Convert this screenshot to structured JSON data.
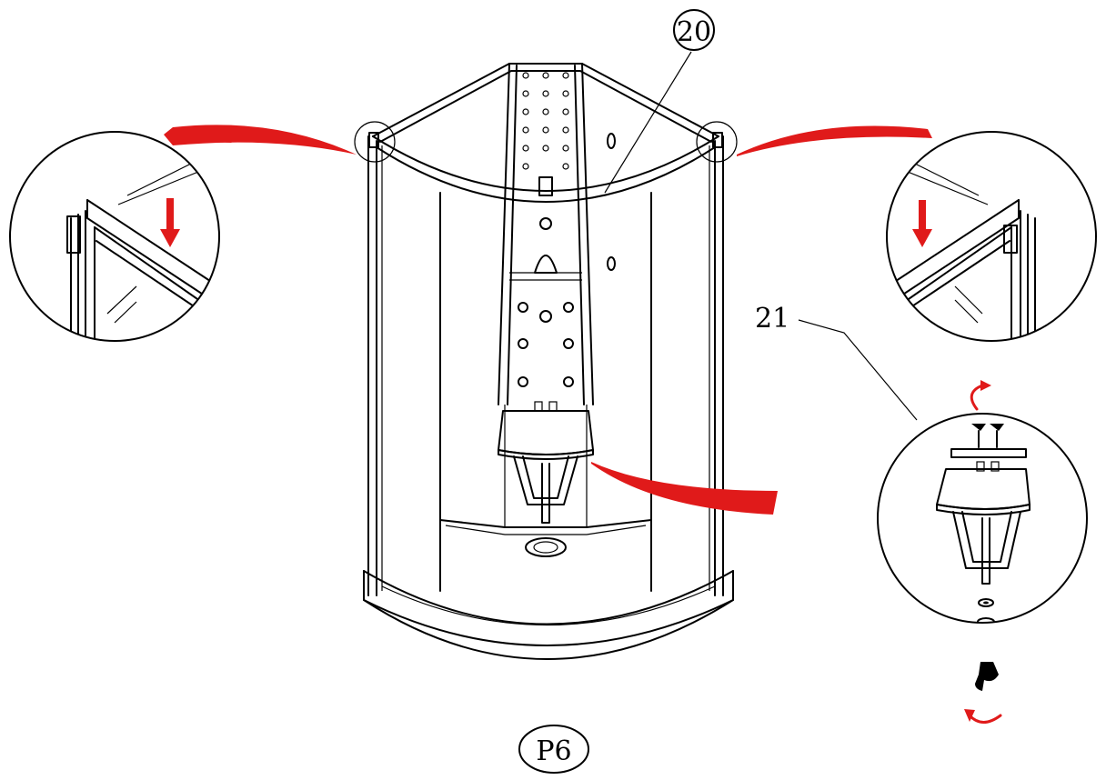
{
  "labels": {
    "part_20": "20",
    "part_21": "21",
    "page_marker": "P6"
  },
  "colors": {
    "line": "#000000",
    "arrow": "#e01a1a",
    "background": "#ffffff"
  },
  "icons": {
    "detail_left": "zoom-detail-icon",
    "detail_right": "zoom-detail-icon",
    "detail_seat": "zoom-detail-icon",
    "rotate_top": "rotate-arrow-icon",
    "rotate_bottom": "rotate-arrow-icon",
    "push_down_left": "arrow-down-icon",
    "push_down_right": "arrow-down-icon"
  }
}
